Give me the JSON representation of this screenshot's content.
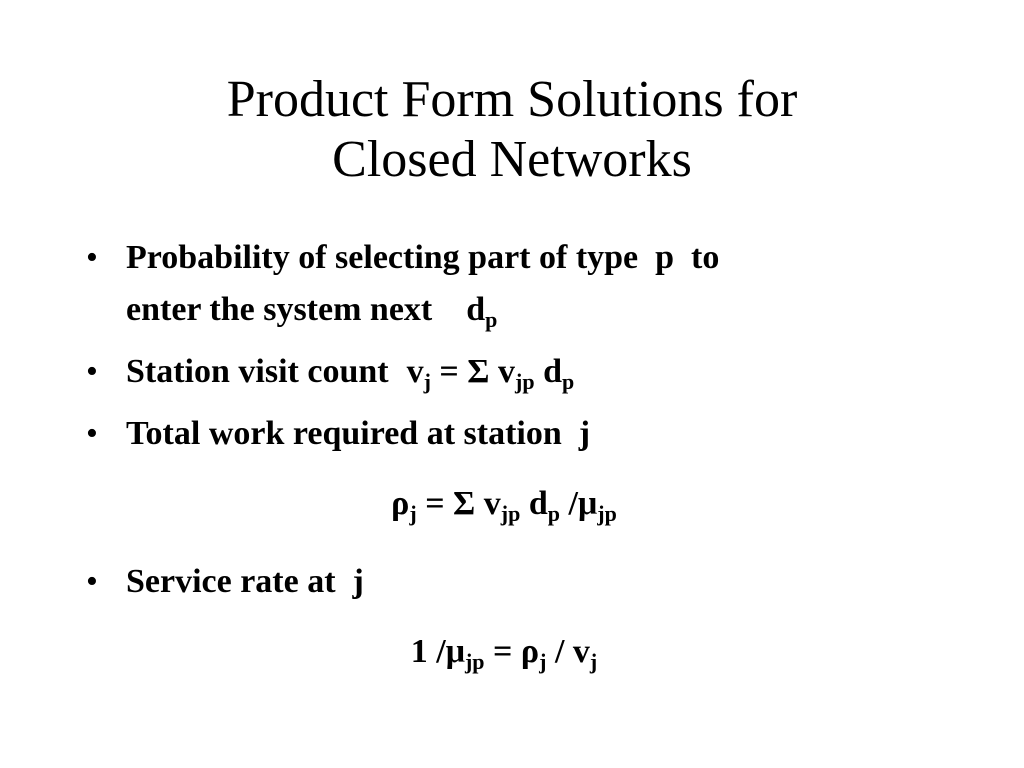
{
  "slide": {
    "title_line1": "Product Form Solutions for",
    "title_line2": "Closed Networks",
    "bullet_char": "•",
    "bullet1": {
      "line1": "Probability of selecting part of type  p  to",
      "line2_text": "enter the system next",
      "line2_var": "d",
      "line2_sub": "p"
    },
    "bullet2": {
      "text": "Station visit count",
      "v": "v",
      "v_sub": "j",
      "eq": "= Σ",
      "v2": "v",
      "v2_sub": "jp",
      "d": "d",
      "d_sub": "p"
    },
    "bullet3": {
      "text": "Total work required at station  j"
    },
    "formula1": {
      "rho": "ρ",
      "rho_sub": "j",
      "eq": "= Σ",
      "v": "v",
      "v_sub": "jp",
      "d": "d",
      "d_sub": "p",
      "slash_mu": "/μ",
      "mu_sub": "jp"
    },
    "bullet4": {
      "text": "Service rate at  j"
    },
    "formula2": {
      "one_mu": "1 /μ",
      "mu_sub": "jp",
      "eq_rho": "= ρ",
      "rho_sub": "j",
      "slash_v": "/ v",
      "v_sub": "j"
    }
  }
}
